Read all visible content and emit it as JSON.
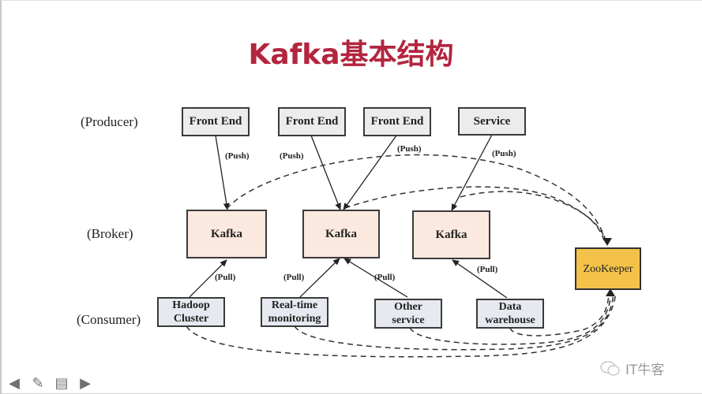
{
  "title": "Kafka基本结构",
  "row_labels": {
    "producer": "(Producer)",
    "broker": "(Broker)",
    "consumer": "(Consumer)"
  },
  "producers": [
    {
      "label": "Front End"
    },
    {
      "label": "Front End"
    },
    {
      "label": "Front End"
    },
    {
      "label": "Service"
    }
  ],
  "brokers": [
    {
      "label": "Kafka"
    },
    {
      "label": "Kafka"
    },
    {
      "label": "Kafka"
    }
  ],
  "zookeeper": {
    "label": "ZooKeeper",
    "color": "#f4c249"
  },
  "consumers": [
    {
      "label": "Hadoop Cluster",
      "line1": "Hadoop",
      "line2": "Cluster"
    },
    {
      "label": "Real-time monitoring",
      "line1": "Real-time",
      "line2": "monitoring"
    },
    {
      "label": "Other service",
      "line1": "Other",
      "line2": "service"
    },
    {
      "label": "Data warehouse",
      "line1": "Data",
      "line2": "warehouse"
    }
  ],
  "edge_labels": {
    "push": "(Push)",
    "pull": "(Pull)"
  },
  "edges": [
    {
      "from": "producers.0",
      "to": "brokers.0",
      "type": "push"
    },
    {
      "from": "producers.1",
      "to": "brokers.1",
      "type": "push"
    },
    {
      "from": "producers.2",
      "to": "brokers.1",
      "type": "push"
    },
    {
      "from": "producers.3",
      "to": "brokers.2",
      "type": "push"
    },
    {
      "from": "consumers.0",
      "to": "brokers.0",
      "type": "pull"
    },
    {
      "from": "consumers.1",
      "to": "brokers.1",
      "type": "pull"
    },
    {
      "from": "consumers.2",
      "to": "brokers.1",
      "type": "pull"
    },
    {
      "from": "consumers.3",
      "to": "brokers.2",
      "type": "pull"
    },
    {
      "from": "brokers.0",
      "to": "zookeeper",
      "type": "dashed"
    },
    {
      "from": "brokers.1",
      "to": "zookeeper",
      "type": "dashed"
    },
    {
      "from": "brokers.2",
      "to": "zookeeper",
      "type": "dashed"
    },
    {
      "from": "consumers.0",
      "to": "zookeeper",
      "type": "dashed"
    },
    {
      "from": "consumers.1",
      "to": "zookeeper",
      "type": "dashed"
    },
    {
      "from": "consumers.2",
      "to": "zookeeper",
      "type": "dashed"
    },
    {
      "from": "consumers.3",
      "to": "zookeeper",
      "type": "dashed"
    }
  ],
  "colors": {
    "title": "#b3253f",
    "broker_fill": "#fbe9df",
    "producer_fill": "#ececec",
    "consumer_fill": "#e6e9ef"
  },
  "nav": {
    "prev": "previous-slide",
    "pen": "pen-tool",
    "menu": "slide-menu",
    "next": "next-slide"
  },
  "watermark": "IT牛客"
}
